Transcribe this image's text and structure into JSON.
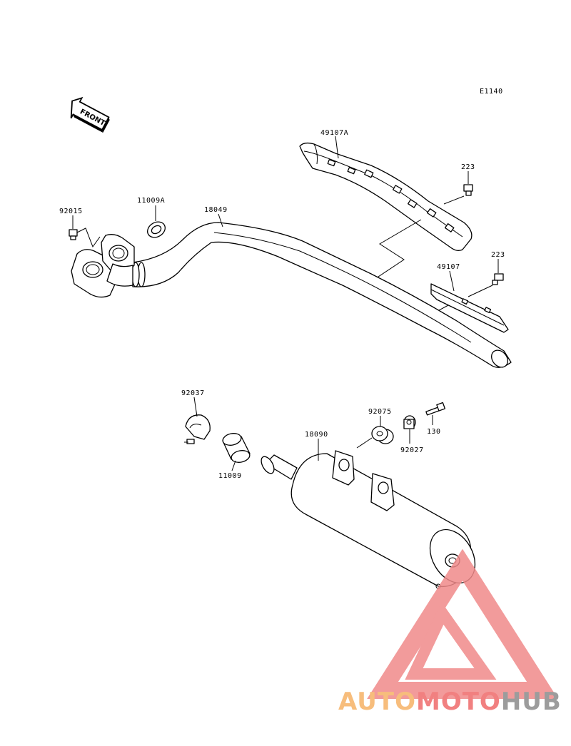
{
  "diagram_id": "E1140",
  "front_label": "FRONT",
  "labels": {
    "p49107A": "49107A",
    "p223_upper": "223",
    "p223_lower": "223",
    "p49107": "49107",
    "p92015": "92015",
    "p11009A": "11009A",
    "p18049": "18049",
    "p92037": "92037",
    "p92075": "92075",
    "p130": "130",
    "p18090": "18090",
    "p92027": "92027",
    "p11009": "11009"
  },
  "watermark": {
    "part1": "AUTO",
    "part2": "MOTO",
    "part3": "HUB",
    "colors": {
      "orange": "#f6b266",
      "red": "#ef6a6a",
      "gray": "#8b8b8b",
      "triangle": "#f08a8a"
    }
  }
}
